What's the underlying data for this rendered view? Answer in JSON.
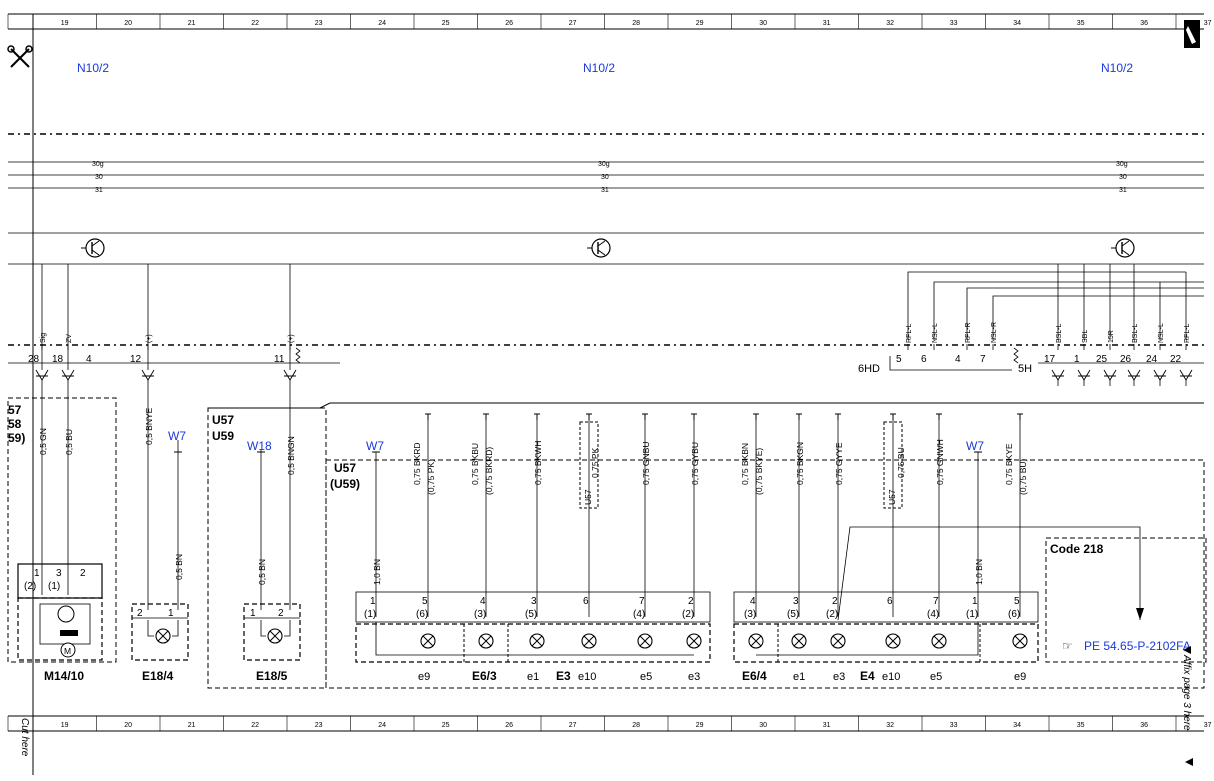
{
  "ruler": {
    "columns": [
      "19",
      "20",
      "21",
      "22",
      "23",
      "24",
      "25",
      "26",
      "27",
      "28",
      "29",
      "30",
      "31",
      "32",
      "33",
      "34",
      "35",
      "36",
      "37"
    ]
  },
  "side": {
    "cut_here": "Cut here",
    "affix": "Affix page 3 here"
  },
  "header": {
    "ecu_left": "N10/2",
    "ecu_mid": "N10/2",
    "ecu_right": "N10/2"
  },
  "bus_labels": {
    "l30g": "30g",
    "l30": "30",
    "l31": "31"
  },
  "connector": {
    "pin_numbers": [
      "28",
      "18",
      "4",
      "12",
      "11",
      "5",
      "6",
      "4",
      "7",
      "17",
      "1",
      "25",
      "26",
      "24",
      "22"
    ],
    "pin_funcs": [
      "Sig",
      "ZV",
      "(+)",
      "(+)",
      "RFL-L",
      "NSL-L",
      "RFL-R",
      "NSL-R",
      "BSL-L",
      "SBL",
      "15R",
      "BSL-L",
      "NSL-L",
      "RFL-L"
    ],
    "label_6hd": "6HD",
    "label_5h": "5H"
  },
  "left_partial": {
    "a": "57",
    "b": "58",
    "c": "59)"
  },
  "groups": {
    "u57_u59_a": "U57",
    "u57_u59_b": "U59",
    "u57_inner_a": "U57",
    "u57_inner_b": "(U59)",
    "code218": "Code 218",
    "ref_link": "PE 54.65-P-2102FA",
    "u57_tag_a": "U57",
    "u57_tag_b": "U57"
  },
  "ground_labels": {
    "w7_a": "W7",
    "w18": "W18",
    "w7_b": "W7",
    "w7_c": "W7"
  },
  "wires": {
    "m14_gn": "0,5 GN",
    "m14_bu": "0,5 BU",
    "e184_bnye": "0,5 BNYE",
    "e184_bn": "0,5 BN",
    "e185_bngn": "0,5 BNGN",
    "e185_bn": "0,5 BN",
    "bn10_a": "1,0 BN",
    "bkrd": "0,75 BKRD",
    "bkrd_alt": "(0,75 PK)",
    "bkbu": "0,75 BKBU",
    "bkbu_alt": "(0,75 BKRD)",
    "bkwh": "0,75 BKWH",
    "pk": "0,75 PK",
    "gnbu": "0,75 GNBU",
    "gybu": "0,75 GYBU",
    "bkbn": "0,75 BKBN",
    "bkbn_alt": "(0,75 BKYE)",
    "bkgn": "0,75 BKGN",
    "gyye": "0,75 GYYE",
    "bu": "0,75 BU",
    "gnwh": "0,75 GNWH",
    "bn10_b": "1,0 BN",
    "bkye": "0,75 BKYE",
    "bkye_alt": "(0,75 BU)"
  },
  "components": {
    "m14": "M14/10",
    "e184": "E18/4",
    "e185": "E18/5",
    "e63": "E6/3",
    "e3": "E3",
    "e64": "E6/4",
    "e4": "E4",
    "m14_pins": [
      "1",
      "3",
      "2"
    ],
    "m14_pins_alt": [
      "(2)",
      "(1)"
    ],
    "e184_pins": [
      "2",
      "1"
    ],
    "e185_pins": [
      "1",
      "2"
    ],
    "e3_pins": [
      "1",
      "5",
      "4",
      "3",
      "6",
      "7",
      "2"
    ],
    "e3_pins_alt": [
      "(1)",
      "(6)",
      "(3)",
      "(5)",
      "(4)",
      "(2)"
    ],
    "e3_sub": [
      "e9",
      "e1",
      "e10",
      "e5",
      "e3"
    ],
    "e4_pins": [
      "4",
      "3",
      "2",
      "6",
      "7",
      "1",
      "5"
    ],
    "e4_pins_alt": [
      "(3)",
      "(5)",
      "(2)",
      "(4)",
      "(1)",
      "(6)"
    ],
    "e4_sub": [
      "e1",
      "e3",
      "e10",
      "e5",
      "e9"
    ]
  }
}
